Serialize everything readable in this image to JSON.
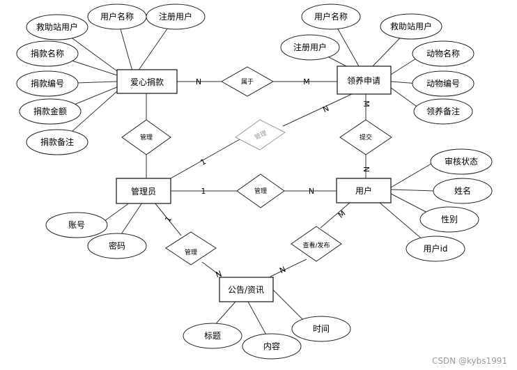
{
  "entities": {
    "donation": "爱心捐款",
    "adoption": "领养申请",
    "admin": "管理员",
    "user": "用户",
    "notice": "公告/资讯"
  },
  "relationships": {
    "belongs": "属于",
    "manage_donation": "管理",
    "manage_adoption": "管理",
    "submit": "提交",
    "manage_user": "管理",
    "manage_notice": "管理",
    "view_publish": "查看/发布"
  },
  "attributes": {
    "donation_rescue_user": "救助站用户",
    "donation_username": "用户名称",
    "donation_registered_user": "注册用户",
    "donation_name": "捐款名称",
    "donation_no": "捐款编号",
    "donation_amount": "捐款金额",
    "donation_remark": "捐款备注",
    "adoption_username": "用户名称",
    "adoption_rescue_user": "救助站用户",
    "adoption_registered_user": "注册用户",
    "adoption_animal_name": "动物名称",
    "adoption_animal_no": "动物编号",
    "adoption_remark": "领养备注",
    "user_review_status": "审核状态",
    "user_name": "姓名",
    "user_gender": "性别",
    "user_id": "用户id",
    "admin_account": "账号",
    "admin_password": "密码",
    "notice_title": "标题",
    "notice_content": "内容",
    "notice_time": "时间"
  },
  "cardinalities": {
    "donation_belongs": "N",
    "adoption_belongs": "M",
    "adoption_manage": "N",
    "admin_manage_adoption": "1",
    "adoption_submit": "M",
    "user_submit": "N",
    "admin_manage_user": "1",
    "user_manage": "N",
    "admin_manage_notice": "1",
    "notice_manage": "N",
    "user_view": "M",
    "notice_view": "N"
  },
  "watermark": "CSDN @kybs1991"
}
